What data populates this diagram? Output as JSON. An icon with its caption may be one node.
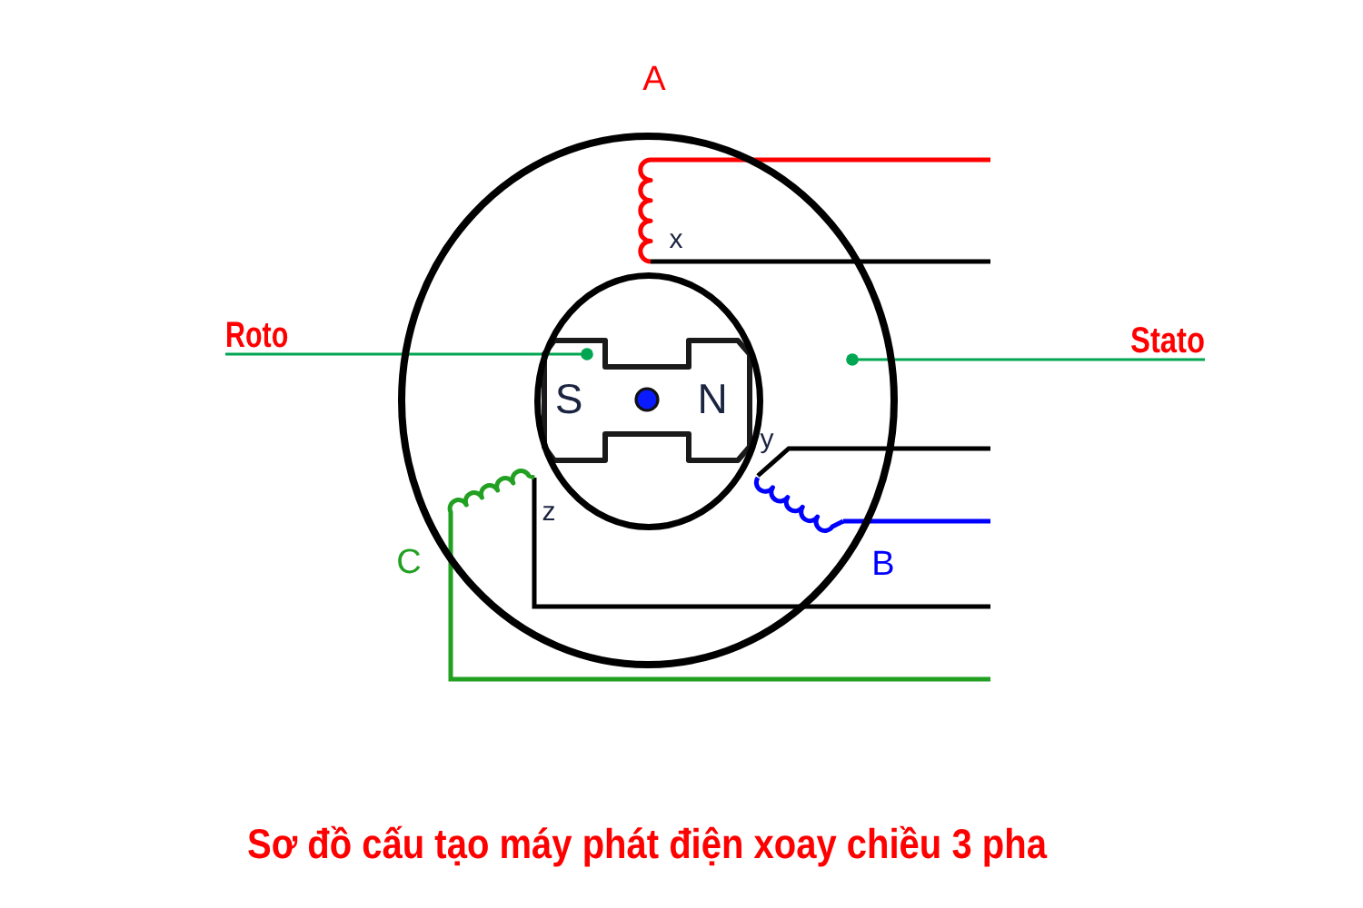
{
  "diagram": {
    "caption": "Sơ đồ cấu tạo máy phát điện xoay chiều 3 pha",
    "nodes": [
      {
        "text": [],
        "shape": "circle"
      },
      {
        "text": [],
        "shape": "circle",
        "in": 0
      },
      {
        "text": [
          "S",
          "N"
        ],
        "in": 1
      },
      {
        "text": [],
        "shape": "coil",
        "in": 0,
        "beside": [
          "A",
          "x"
        ]
      },
      {
        "text": [],
        "shape": "coil",
        "in": 0,
        "beside": [
          "B",
          "y"
        ]
      },
      {
        "text": [],
        "shape": "coil",
        "in": 0,
        "beside": [
          "C",
          "z"
        ]
      },
      {
        "text": [
          "Roto"
        ]
      },
      {
        "text": [
          "Stato"
        ]
      }
    ],
    "edges": [
      {
        "from": 3,
        "to": null,
        "arrow": "none",
        "color": "#ff0000"
      },
      {
        "from": 3,
        "to": null,
        "arrow": "none"
      },
      {
        "from": 4,
        "to": null,
        "arrow": "none"
      },
      {
        "from": 4,
        "to": null,
        "arrow": "none",
        "color": "#0000ff"
      },
      {
        "from": 5,
        "to": null,
        "arrow": "none"
      },
      {
        "from": 5,
        "to": null,
        "arrow": "none",
        "color": "#22a022"
      },
      {
        "from": 6,
        "to": 2,
        "arrow": "other",
        "color": "#00a651"
      },
      {
        "from": 7,
        "to": 0,
        "arrow": "other",
        "color": "#00a651"
      }
    ]
  }
}
